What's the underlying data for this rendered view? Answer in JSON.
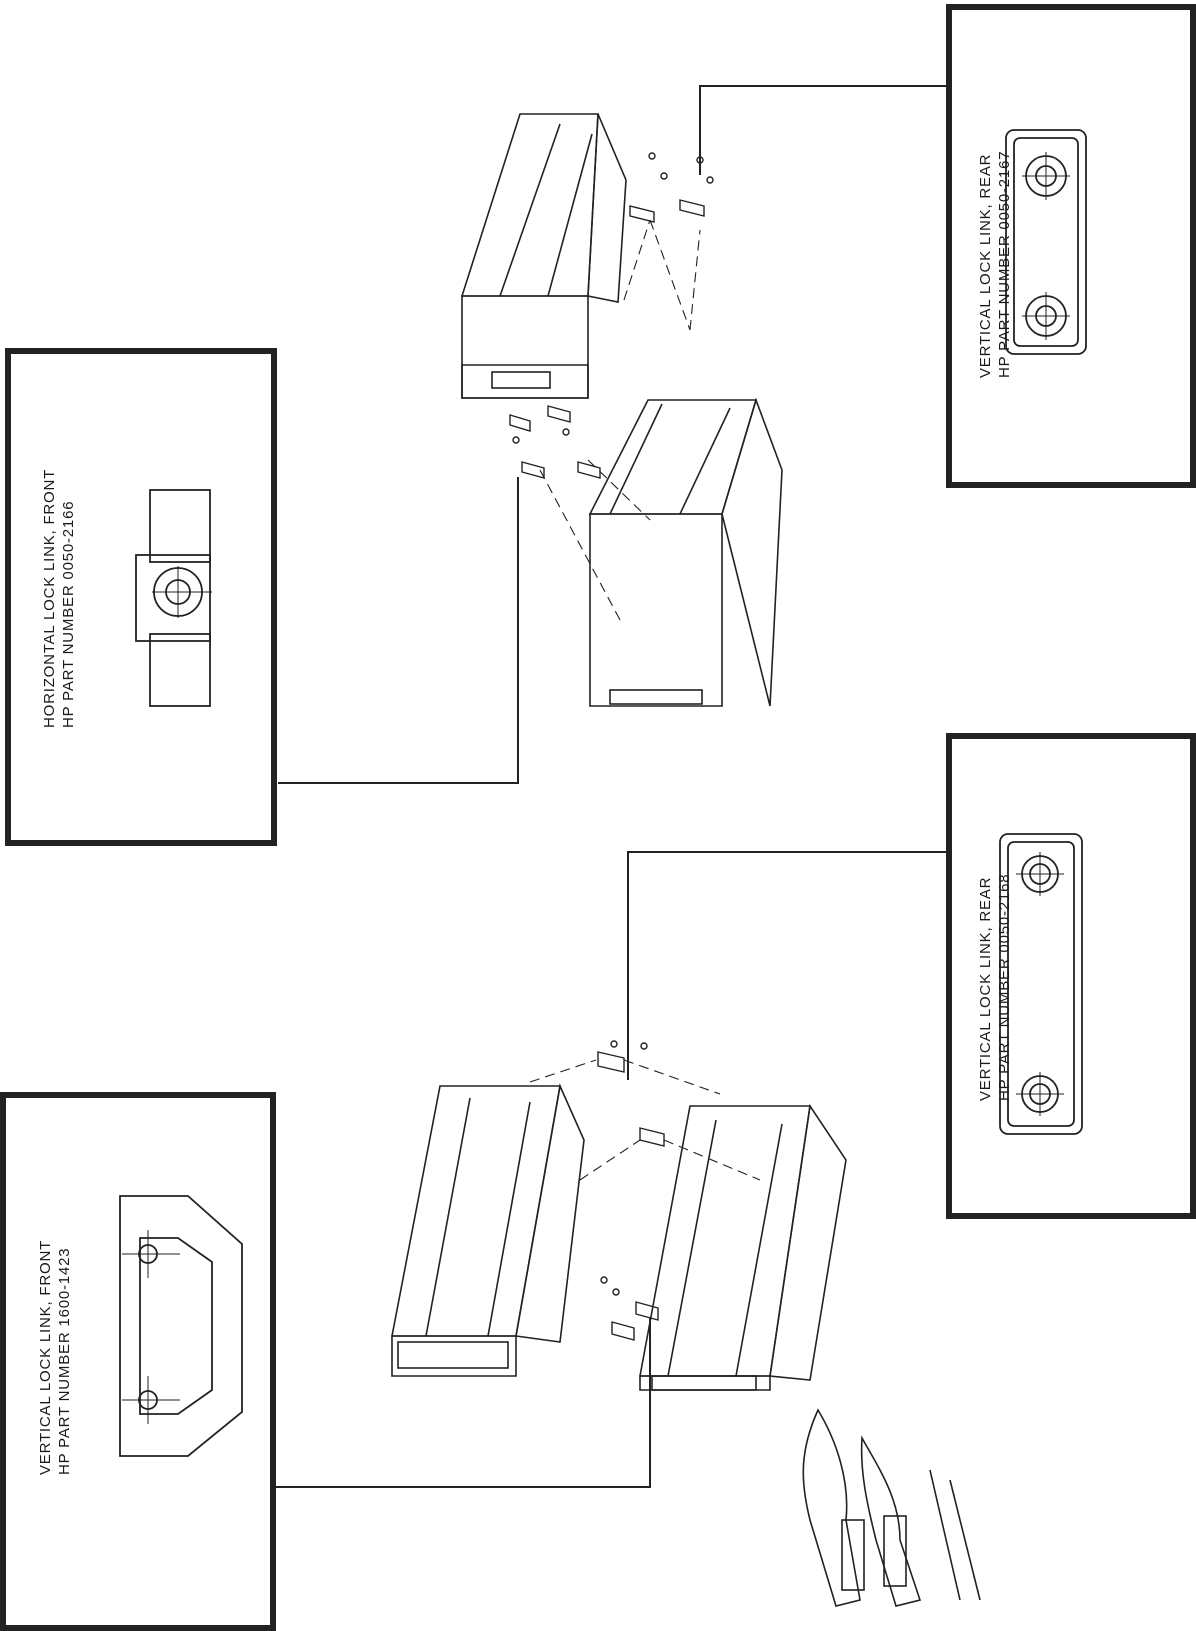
{
  "parts": [
    {
      "id": "vfront",
      "line1": "VERTICAL LOCK LINK, FRONT",
      "line2": "HP PART NUMBER 1600-1423"
    },
    {
      "id": "hfront",
      "line1": "HORIZONTAL LOCK LINK, FRONT",
      "line2": "HP PART NUMBER 0050-2166"
    },
    {
      "id": "vrear2168",
      "line1": "VERTICAL LOCK LINK, REAR",
      "line2": "HP PART NUMBER 0050-2168"
    },
    {
      "id": "vrear2167",
      "line1": "VERTICAL LOCK LINK, REAR",
      "line2": "HP PART NUMBER 0050-2167"
    }
  ]
}
